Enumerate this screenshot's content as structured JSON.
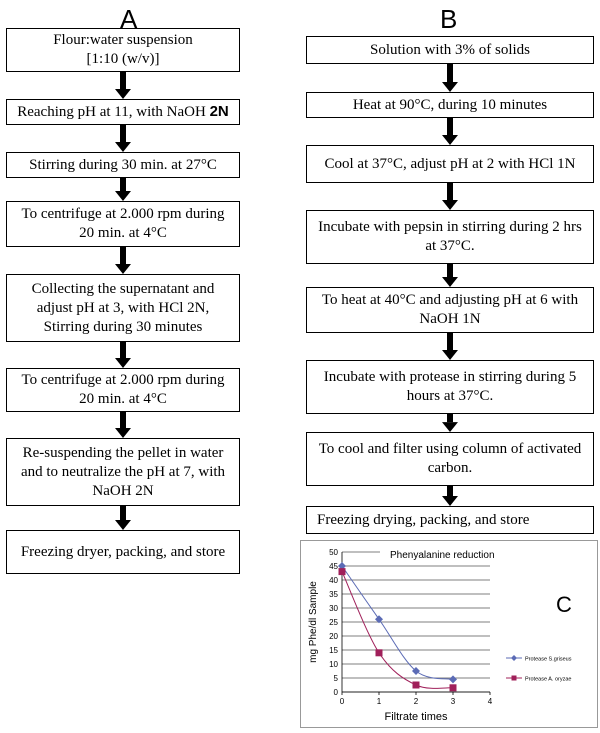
{
  "panel_a": {
    "letter": "A",
    "steps": [
      {
        "lines": [
          "Flour:water suspension",
          "[1:10 (w/v)]"
        ]
      },
      {
        "lines": [
          "Reaching pH at 11, with NaOH "
        ],
        "bold_suffix": "2N"
      },
      {
        "lines": [
          "Stirring during 30 min. at 27°C"
        ]
      },
      {
        "lines": [
          "To centrifuge at 2.000 rpm during",
          "20 min. at 4°C"
        ]
      },
      {
        "lines": [
          "Collecting the supernatant and",
          "adjust pH at 3, with HCl 2N,",
          "Stirring during 30 minutes"
        ]
      },
      {
        "lines": [
          "To centrifuge at 2.000 rpm during",
          "20 min. at 4°C"
        ]
      },
      {
        "lines": [
          "Re-suspending the pellet in water",
          "and to neutralize the pH at 7, with",
          "NaOH 2N"
        ]
      },
      {
        "lines": [
          "Freezing dryer, packing, and store"
        ]
      }
    ]
  },
  "panel_b": {
    "letter": "B",
    "steps": [
      {
        "lines": [
          "Solution with 3% of solids"
        ]
      },
      {
        "lines": [
          "Heat at 90°C, during 10 minutes"
        ]
      },
      {
        "lines": [
          "Cool at 37°C, adjust pH at 2 with HCl 1N"
        ]
      },
      {
        "lines": [
          "Incubate with pepsin in stirring during 2 hrs",
          "at 37°C."
        ]
      },
      {
        "lines": [
          "To heat at 40°C and adjusting pH at 6 with",
          "NaOH 1N"
        ]
      },
      {
        "lines": [
          "Incubate with protease in stirring during 5",
          "hours at 37°C."
        ]
      },
      {
        "lines": [
          "To cool and filter using column of activated",
          "carbon."
        ]
      },
      {
        "lines": [
          "Freezing drying, packing, and store"
        ]
      }
    ]
  },
  "chart_data": {
    "type": "line",
    "panel_letter": "C",
    "title": "Phenyalanine reduction",
    "xlabel": "Filtrate times",
    "ylabel": "mg Phe/dl Sample",
    "xlim": [
      0,
      4
    ],
    "ylim": [
      0,
      50
    ],
    "x_ticks": [
      "0",
      "1",
      "2",
      "3",
      "4"
    ],
    "y_ticks": [
      "0",
      "5",
      "10",
      "15",
      "20",
      "25",
      "30",
      "35",
      "40",
      "45",
      "50"
    ],
    "grid": true,
    "legend_position": "right",
    "series": [
      {
        "name": "Protease S.griseus",
        "color": "#5b6bb5",
        "marker": "diamond",
        "x": [
          0,
          1,
          2,
          3
        ],
        "y": [
          45,
          26,
          7.5,
          4.5
        ]
      },
      {
        "name": "Protease A. oryzae",
        "color": "#a0205a",
        "marker": "square",
        "x": [
          0,
          1,
          2,
          3
        ],
        "y": [
          43,
          14,
          2.5,
          1.5
        ]
      }
    ]
  }
}
